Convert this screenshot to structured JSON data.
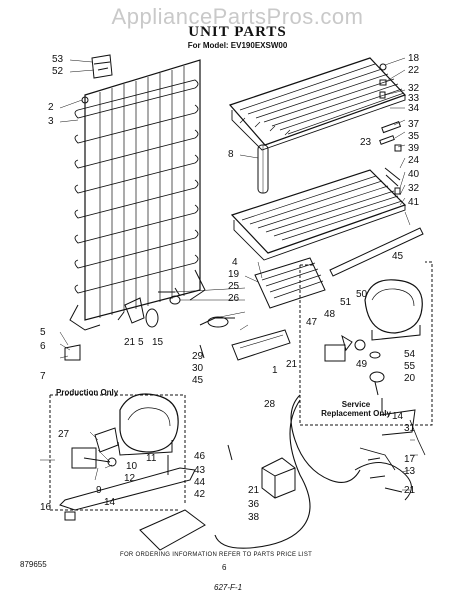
{
  "header": {
    "watermark": "AppliancePartsPros.com",
    "title": "UNIT PARTS",
    "model_line": "For Model: EV190EXSW00"
  },
  "boxes": {
    "production": "Production Only",
    "service": "Service Replacement Only"
  },
  "footer": {
    "ordering_note": "FOR ORDERING INFORMATION REFER TO PARTS PRICE LIST",
    "page_number": "6",
    "doc_code": "879655",
    "page_ref": "627-F-1"
  },
  "callouts": {
    "c53": "53",
    "c52": "52",
    "c2": "2",
    "c3": "3",
    "c18": "18",
    "c22": "22",
    "c32a": "32",
    "c33": "33",
    "c34": "34",
    "c23": "23",
    "c37": "37",
    "c35": "35",
    "c39": "39",
    "c24": "24",
    "c40": "40",
    "c32b": "32",
    "c41": "41",
    "c8": "8",
    "c4": "4",
    "c19": "19",
    "c25": "25",
    "c26": "26",
    "c45a": "45",
    "c21a": "21",
    "c5a": "5",
    "c15": "15",
    "c29": "29",
    "c30": "30",
    "c45b": "45",
    "c1": "1",
    "c21b": "21",
    "c47": "47",
    "c48": "48",
    "c51": "51",
    "c50": "50",
    "c49": "49",
    "c54": "54",
    "c55": "55",
    "c20": "20",
    "c5b": "5",
    "c6": "6",
    "c7": "7",
    "c28": "28",
    "c27": "27",
    "c10": "10",
    "c11": "11",
    "c9": "9",
    "c12": "12",
    "c46": "46",
    "c43": "43",
    "c44": "44",
    "c42": "42",
    "c14a": "14",
    "c16": "16",
    "c21c": "21",
    "c36": "36",
    "c38": "38",
    "c14b": "14",
    "c31": "31",
    "c17": "17",
    "c13": "13",
    "c21d": "21"
  }
}
